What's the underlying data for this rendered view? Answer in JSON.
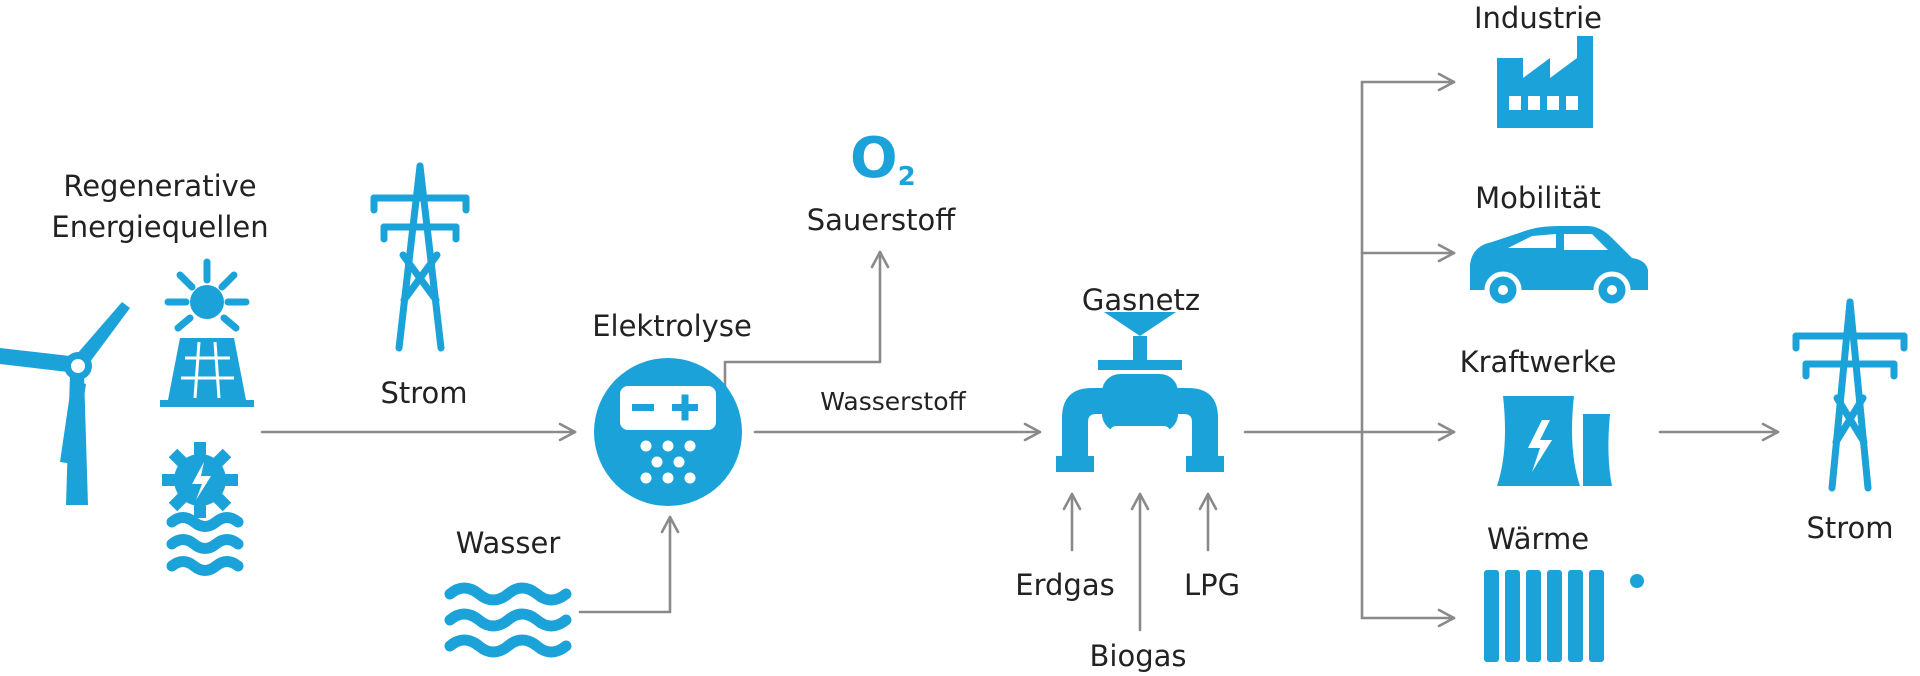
{
  "colors": {
    "icon": "#1ba3d9",
    "arrow": "#8a8a8a",
    "text": "#222222"
  },
  "labels": {
    "regenerative_line1": "Regenerative",
    "regenerative_line2": "Energiequellen",
    "strom_left": "Strom",
    "wasser": "Wasser",
    "elektrolyse": "Elektrolyse",
    "o2_letter": "O",
    "o2_subscript": "2",
    "sauerstoff": "Sauerstoff",
    "wasserstoff": "Wasserstoff",
    "gasnetz": "Gasnetz",
    "erdgas": "Erdgas",
    "biogas": "Biogas",
    "lpg": "LPG",
    "industrie": "Industrie",
    "mobilitaet": "Mobilität",
    "kraftwerke": "Kraftwerke",
    "waerme": "Wärme",
    "strom_right": "Strom"
  },
  "icons": [
    "wind-turbine-icon",
    "solar-panel-icon",
    "hydro-power-icon",
    "power-pylon-icon",
    "water-waves-icon",
    "electrolyzer-icon",
    "gas-pipe-valve-icon",
    "factory-icon",
    "car-icon",
    "power-plant-icon",
    "radiator-icon"
  ]
}
